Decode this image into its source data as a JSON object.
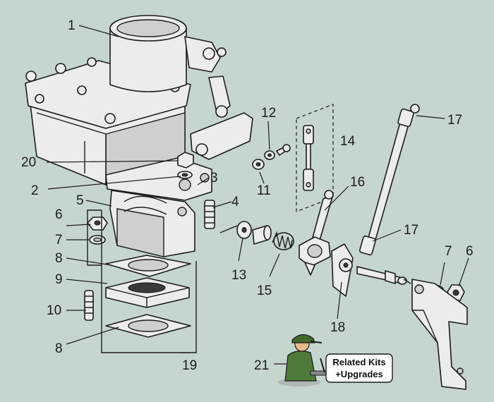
{
  "diagram": {
    "callouts": [
      {
        "id": "c1",
        "text": "1"
      },
      {
        "id": "c2",
        "text": "2"
      },
      {
        "id": "c3",
        "text": "3"
      },
      {
        "id": "c4",
        "text": "4"
      },
      {
        "id": "c5",
        "text": "5"
      },
      {
        "id": "c6a",
        "text": "6"
      },
      {
        "id": "c6b",
        "text": "6"
      },
      {
        "id": "c7a",
        "text": "7"
      },
      {
        "id": "c7b",
        "text": "7"
      },
      {
        "id": "c8a",
        "text": "8"
      },
      {
        "id": "c8b",
        "text": "8"
      },
      {
        "id": "c9",
        "text": "9"
      },
      {
        "id": "c10",
        "text": "10"
      },
      {
        "id": "c11",
        "text": "11"
      },
      {
        "id": "c12",
        "text": "12"
      },
      {
        "id": "c13",
        "text": "13"
      },
      {
        "id": "c14",
        "text": "14"
      },
      {
        "id": "c15",
        "text": "15"
      },
      {
        "id": "c16",
        "text": "16"
      },
      {
        "id": "c17a",
        "text": "17"
      },
      {
        "id": "c17b",
        "text": "17"
      },
      {
        "id": "c18",
        "text": "18"
      },
      {
        "id": "c19",
        "text": "19"
      },
      {
        "id": "c20",
        "text": "20"
      },
      {
        "id": "c21",
        "text": "21"
      }
    ]
  },
  "kit_badge": {
    "line1": "Related Kits",
    "line2": "+Upgrades"
  },
  "colors": {
    "background": "#c5d6cf",
    "badge_fill": "#ffffff"
  }
}
